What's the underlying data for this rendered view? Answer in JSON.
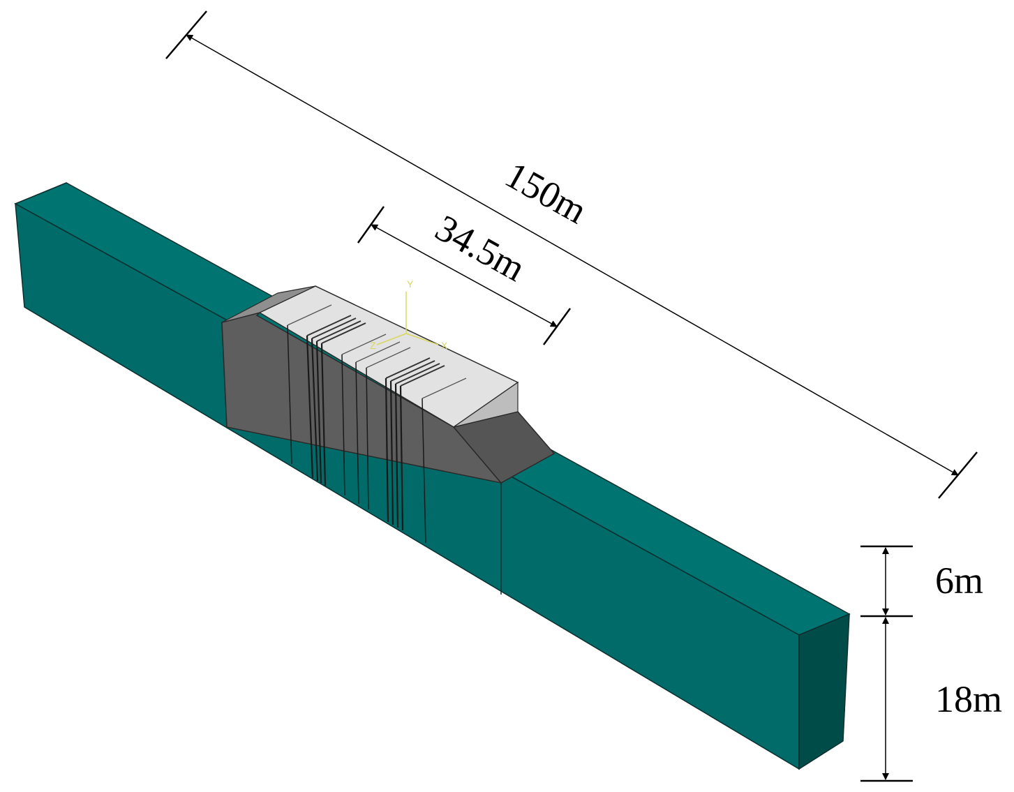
{
  "dimensions": {
    "total_length": "150m",
    "embankment_length": "34.5m",
    "embankment_height": "6m",
    "foundation_depth": "18m"
  },
  "axes": {
    "y": "Y",
    "x": "X",
    "z": "Z"
  },
  "colors": {
    "foundation_front": "#006d6a",
    "foundation_top": "#00706c",
    "foundation_end": "#004a47",
    "embankment_side": "#5c5c5c",
    "embankment_top": "#e2e2e2",
    "embankment_shoulder": "#bdbdbd",
    "dimension_line": "#000000",
    "axis_triad": "#d8d860"
  }
}
